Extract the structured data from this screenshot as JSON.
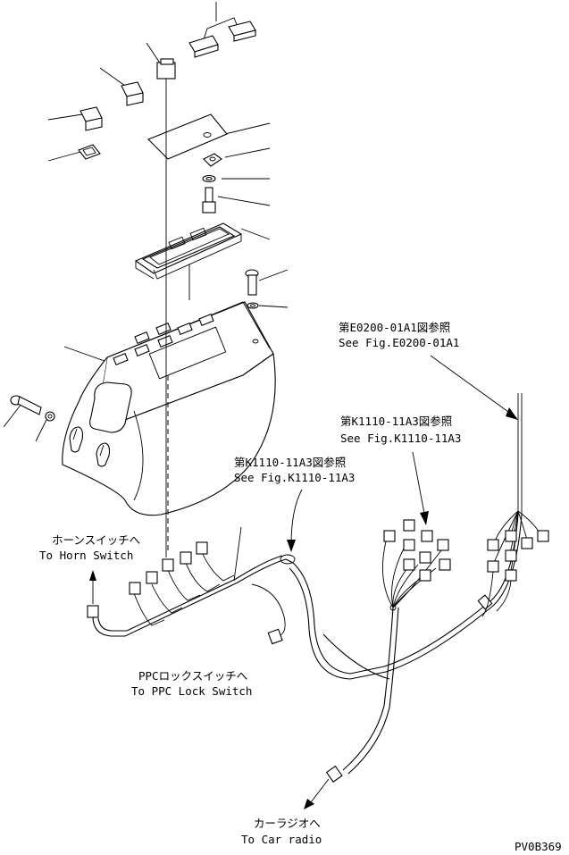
{
  "labels": {
    "fig_e0200_jp": "第E0200-01A1図参照",
    "fig_e0200_en": "See Fig.E0200-01A1",
    "fig_k1110_right_jp": "第K1110-11A3図参照",
    "fig_k1110_right_en": "See Fig.K1110-11A3",
    "fig_k1110_left_jp": "第K1110-11A3図参照",
    "fig_k1110_left_en": "See Fig.K1110-11A3",
    "horn_jp": "ホーンスイッチへ",
    "horn_en": "To Horn Switch",
    "ppc_jp": "PPCロックスイッチへ",
    "ppc_en": "To PPC Lock Switch",
    "radio_jp": "カーラジオへ",
    "radio_en": "To Car radio",
    "drawing_code": "PV0B369"
  }
}
